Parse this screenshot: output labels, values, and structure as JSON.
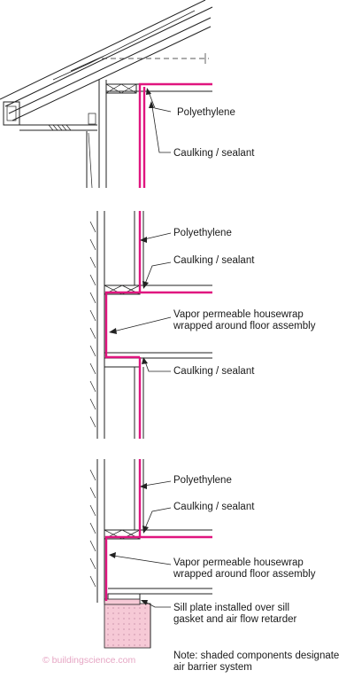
{
  "labels": {
    "polyethylene_1": "Polyethylene",
    "caulking_1": "Caulking / sealant",
    "polyethylene_2": "Polyethylene",
    "caulking_2": "Caulking / sealant",
    "housewrap_2_line1": "Vapor permeable housewrap",
    "housewrap_2_line2": "wrapped around floor assembly",
    "caulking_3": "Caulking / sealant",
    "polyethylene_3": "Polyethylene",
    "caulking_4": "Caulking / sealant",
    "housewrap_3_line1": "Vapor permeable housewrap",
    "housewrap_3_line2": "wrapped around floor assembly",
    "sill_line1": "Sill plate installed over sill",
    "sill_line2": "gasket and air flow retarder",
    "note_line1": "Note: shaded components designate",
    "note_line2": "air barrier system"
  },
  "watermark": "© buildingscience.com",
  "colors": {
    "air_barrier": "#e0157f",
    "foundation_fill": "#f6c9d6"
  }
}
